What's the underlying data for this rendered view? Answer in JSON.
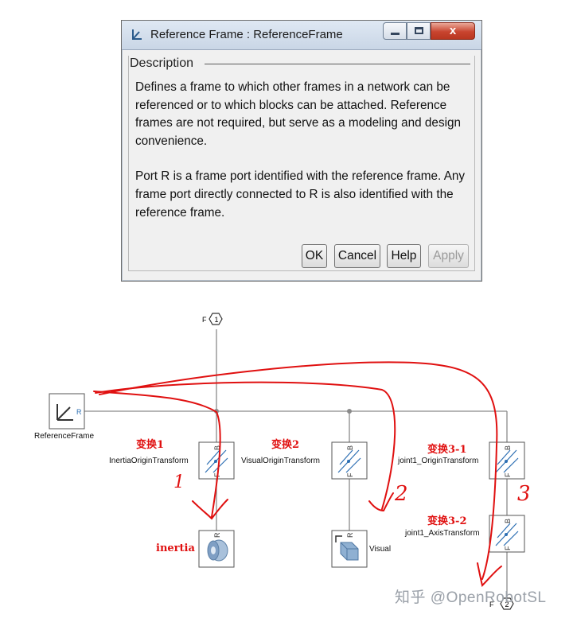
{
  "dialog": {
    "title": "Reference Frame : ReferenceFrame",
    "group_label": "Description",
    "paragraph1": "Defines a frame to which other frames in a network can be referenced or to which blocks can be attached. Reference frames are not required, but serve as a modeling and design convenience.",
    "paragraph2": "Port R is a frame port identified with the reference frame. Any frame port directly connected to R is also identified with the reference frame.",
    "buttons": {
      "ok": "OK",
      "cancel": "Cancel",
      "help": "Help",
      "apply": "Apply"
    },
    "window_buttons": {
      "close": "x"
    }
  },
  "diagram": {
    "ports": {
      "top_letter": "F",
      "top_number": "1",
      "bottom_letter": "F",
      "bottom_number": "2"
    },
    "blocks": {
      "reference_frame": "ReferenceFrame",
      "inertia_origin": "InertiaOriginTransform",
      "visual_origin": "VisualOriginTransform",
      "joint_origin": "joint1_OriginTransform",
      "joint_axis": "joint1_AxisTransform",
      "visual": "Visual"
    },
    "port_letters": {
      "r": "R",
      "b": "B",
      "f": "F"
    },
    "annotations": {
      "transform1": "变换1",
      "transform2": "变换2",
      "transform31": "变换3-1",
      "transform32": "变换3-2",
      "inertia": "inertia",
      "num1": "1",
      "num2": "2",
      "num3": "3"
    }
  },
  "watermark": "知乎 @OpenRobotSL",
  "colors": {
    "annotation_red": "#e01010",
    "close_button": "#c8442f",
    "block_blue": "#2d6fb3"
  }
}
